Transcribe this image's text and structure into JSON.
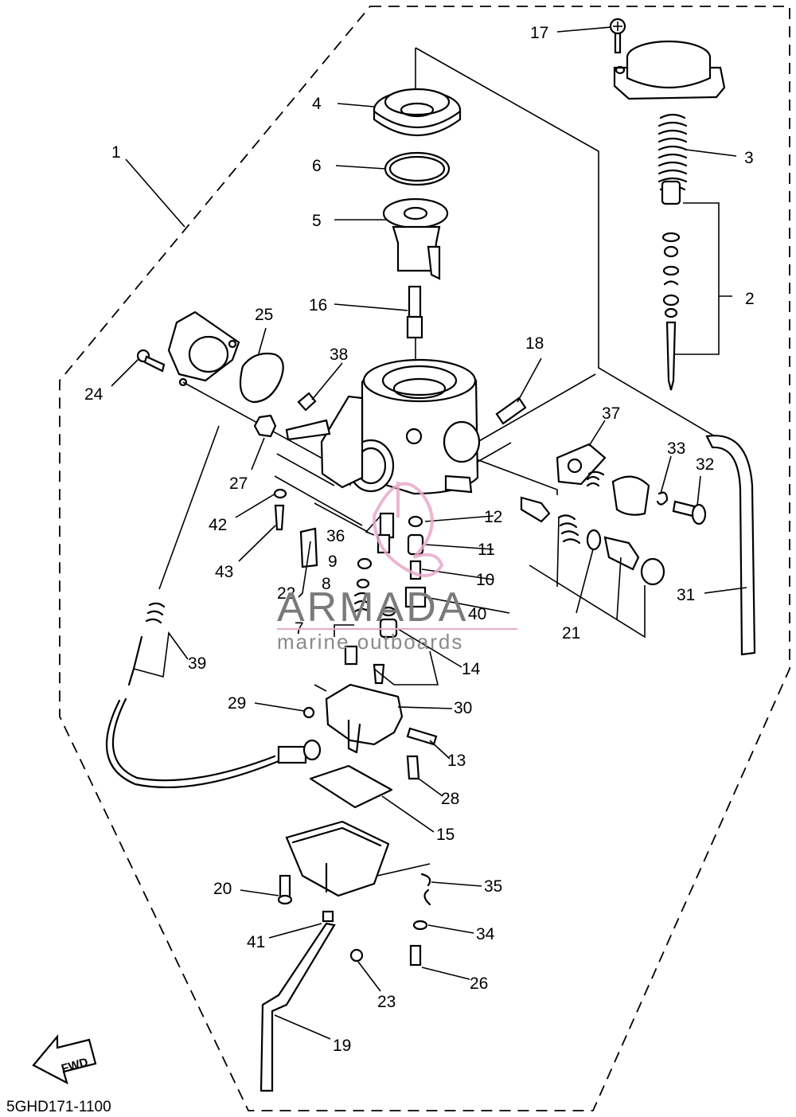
{
  "diagram_code": "5GHD171-1100",
  "watermark": {
    "brand": "ARMADA",
    "tagline": "marine outboards",
    "logo_color": "#e7a9c9"
  },
  "fwd_label": "FWD",
  "callouts": [
    "1",
    "2",
    "3",
    "4",
    "5",
    "6",
    "7",
    "8",
    "9",
    "10",
    "11",
    "12",
    "13",
    "14",
    "15",
    "16",
    "17",
    "18",
    "19",
    "20",
    "21",
    "22",
    "23",
    "24",
    "25",
    "26",
    "27",
    "28",
    "29",
    "30",
    "31",
    "32",
    "33",
    "34",
    "35",
    "36",
    "37",
    "38",
    "39",
    "40",
    "41",
    "42",
    "43"
  ]
}
